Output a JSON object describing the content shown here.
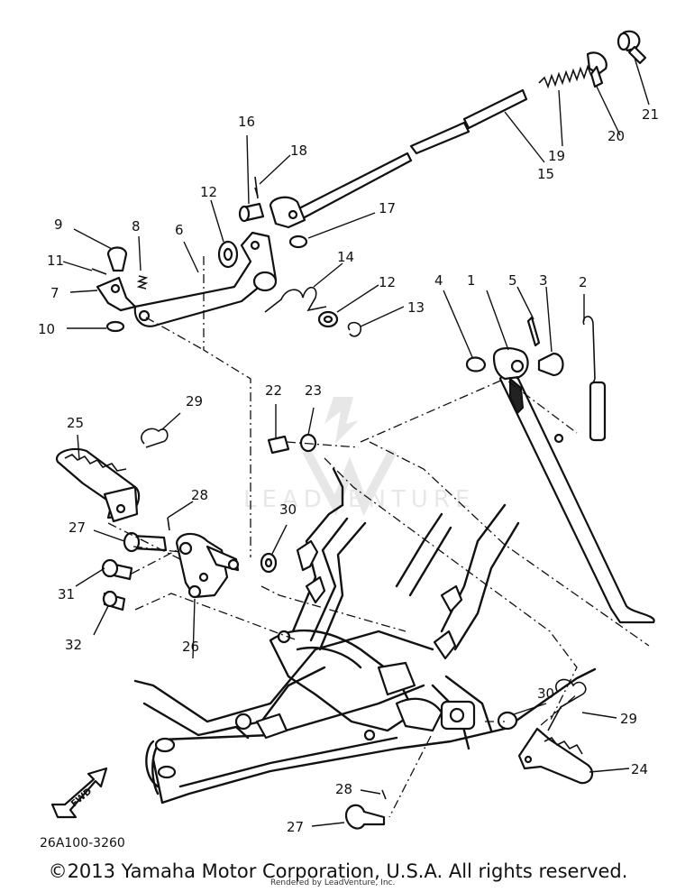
{
  "diagram": {
    "code": "26A100-3260",
    "fwd_label": "FWD",
    "watermark": "LEADVENTURE",
    "copyright": "©2013 Yamaha Motor Corporation, U.S.A. All rights reserved.",
    "rendered_by": "Rendered by LeadVenture, Inc.",
    "callouts": [
      "1",
      "2",
      "3",
      "4",
      "5",
      "6",
      "7",
      "8",
      "9",
      "10",
      "11",
      "12",
      "12",
      "13",
      "14",
      "15",
      "16",
      "17",
      "18",
      "19",
      "20",
      "21",
      "22",
      "23",
      "24",
      "25",
      "26",
      "27",
      "27",
      "28",
      "28",
      "29",
      "29",
      "30",
      "30",
      "31",
      "32"
    ]
  }
}
